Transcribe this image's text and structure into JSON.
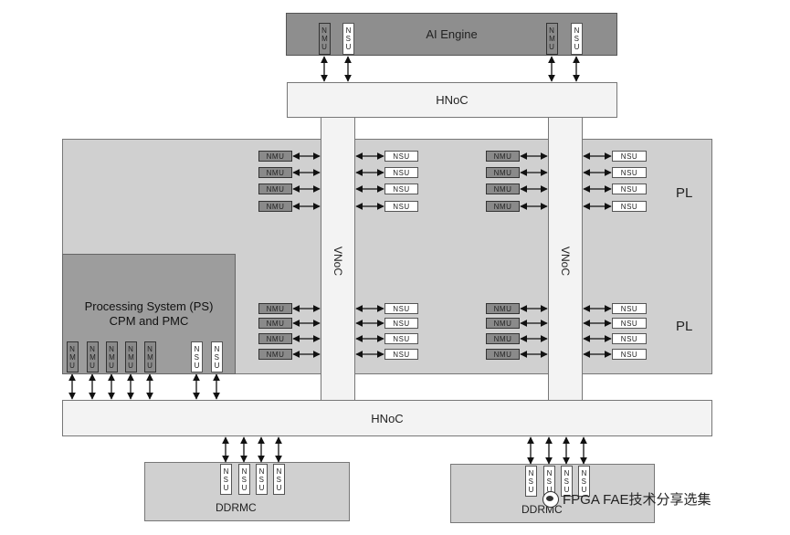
{
  "diagram": {
    "ai_engine": {
      "label": "AI Engine",
      "units": [
        "NMU",
        "NSU",
        "NMU",
        "NSU"
      ]
    },
    "hnoc_top": {
      "label": "HNoC"
    },
    "hnoc_bottom": {
      "label": "HNoC"
    },
    "vnoc_left": {
      "label": "VNoC"
    },
    "vnoc_right": {
      "label": "VNoC"
    },
    "pl_labels": [
      "PL",
      "PL"
    ],
    "ps": {
      "title_line1": "Processing System (PS)",
      "title_line2": "CPM and PMC",
      "units": [
        "NMU",
        "NMU",
        "NMU",
        "NMU",
        "NMU",
        "NSU",
        "NSU"
      ]
    },
    "nmu_label": "NMU",
    "nsu_label": "NSU",
    "ddrmc_left": {
      "label": "DDRMC",
      "units": [
        "NSU",
        "NSU",
        "NSU",
        "NSU"
      ]
    },
    "ddrmc_right": {
      "label": "DDRMC",
      "units": [
        "NSU",
        "NSU",
        "NSU",
        "NSU"
      ]
    },
    "watermark": "FPGA FAE技术分享选集",
    "colors": {
      "ai_engine_fill": "#8e8e8e",
      "pl_fill": "#d0d0d0",
      "noc_fill": "#f3f3f3",
      "nmu_fill": "#8a8a8a",
      "nsu_fill": "#ffffff"
    }
  }
}
